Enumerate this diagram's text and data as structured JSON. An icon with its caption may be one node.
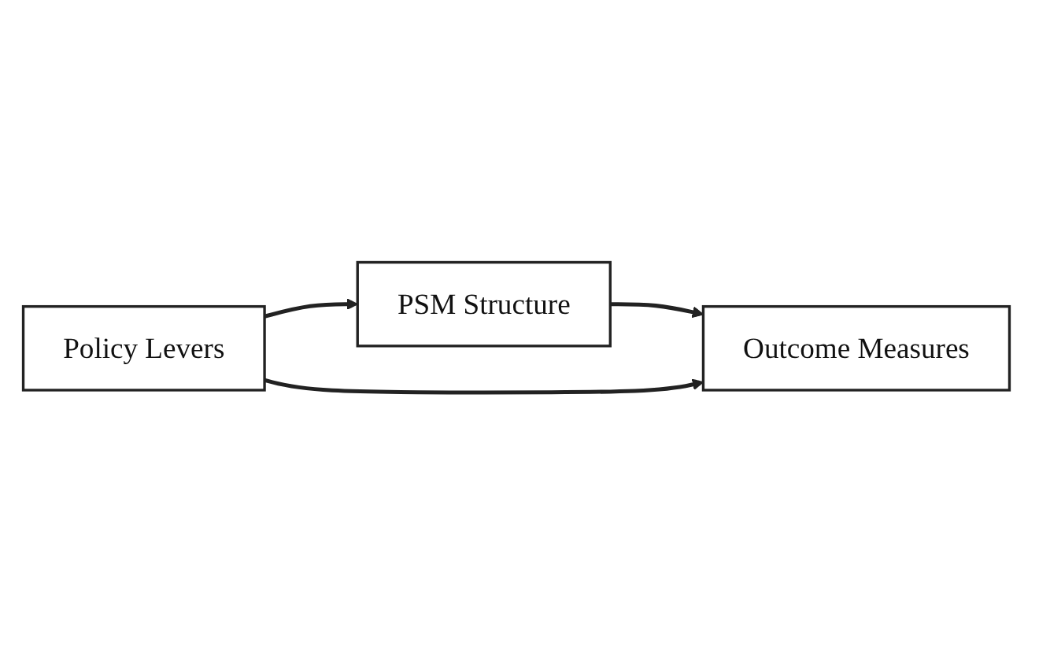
{
  "diagram": {
    "nodes": [
      {
        "text": [
          "Policy Levers"
        ]
      },
      {
        "text": [
          "PSM Structure"
        ]
      },
      {
        "text": [
          "Outcome Measures"
        ]
      }
    ],
    "edges": [
      {
        "from": 0,
        "to": 1,
        "arrow": "to"
      },
      {
        "from": 1,
        "to": 2,
        "arrow": "to"
      },
      {
        "from": 0,
        "to": 2,
        "arrow": "to"
      }
    ]
  }
}
